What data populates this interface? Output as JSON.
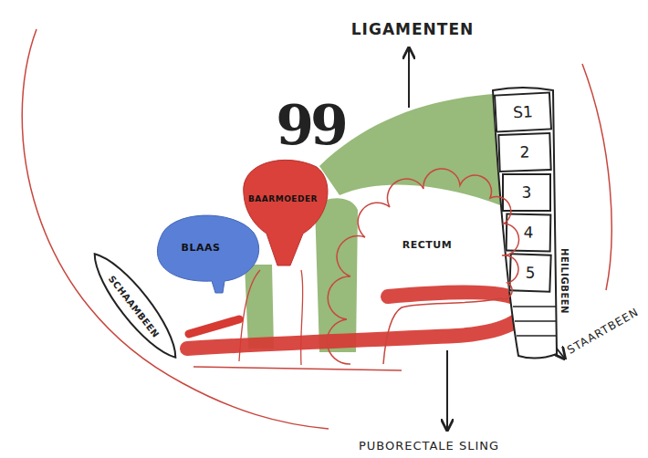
{
  "diagram": {
    "nodes": [
      {
        "text": [
          "HEILIGBEEN"
        ]
      },
      {
        "text": [
          "S1"
        ],
        "in": 0
      },
      {
        "text": [
          "2"
        ],
        "in": 0
      },
      {
        "text": [
          "3"
        ],
        "in": 0
      },
      {
        "text": [
          "4"
        ],
        "in": 0
      },
      {
        "text": [
          "5"
        ],
        "in": 0
      },
      {
        "text": [
          "BAARMOEDER"
        ]
      },
      {
        "text": [
          "BLAAS"
        ]
      },
      {
        "text": [
          "RECTUM"
        ]
      },
      {
        "text": [
          "SCHAAMBEEN"
        ]
      }
    ],
    "labels": [
      "LIGAMENTEN",
      "99",
      "STAARTBEEN",
      "PUBORECTALE SLING"
    ]
  }
}
